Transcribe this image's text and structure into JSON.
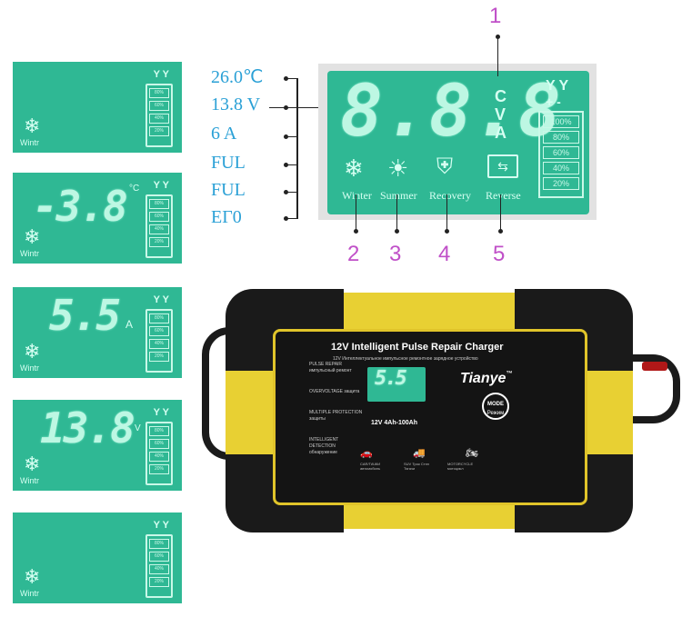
{
  "callout_numbers": [
    "1",
    "2",
    "3",
    "4",
    "5"
  ],
  "side_labels": [
    "26.0℃",
    "13.8 V",
    "6 A",
    "FUL",
    "FUL",
    "EΓ0"
  ],
  "main_lcd": {
    "digits": "8.8.8",
    "units": [
      "C",
      "V",
      "A"
    ],
    "battery_terminals": "Y Y",
    "battery_signs": "+ -",
    "battery_levels": [
      "100%",
      "80%",
      "60%",
      "40%",
      "20%"
    ],
    "modes": [
      "Winter",
      "Summer",
      "Recovery",
      "Reverse"
    ]
  },
  "panels": [
    {
      "reading": "",
      "unit": "",
      "mode": "Wintr"
    },
    {
      "reading": "-3.8",
      "unit": "°C",
      "mode": "Wintr"
    },
    {
      "reading": "5.5",
      "unit": "A",
      "mode": "Wintr"
    },
    {
      "reading": "13.8",
      "unit": "V",
      "mode": "Wintr"
    },
    {
      "reading": "",
      "unit": "",
      "mode": "Wintr"
    }
  ],
  "panel_battery_levels": [
    "80%",
    "60%",
    "40%",
    "20%"
  ],
  "panel_terminals": "Y Y",
  "charger": {
    "title": "12V Intelligent Pulse Repair Charger",
    "subtitle": "12V Интеллектуальное импульсное ремонтное зарядное устройство",
    "brand": "Tianye",
    "trademark": "™",
    "mode_button": "MODE",
    "mode_button_sub": "Режим",
    "display_reading": "5.5",
    "rating": "12V  4Ah-100Ah",
    "vehicles": [
      "CAR/ТАЧКИ автомобиль",
      "SUV Трок Стэп Тягачи",
      "MOTORCYCLE мотоцикл"
    ],
    "features": [
      "PULSE REPAIR импульсный ремонт",
      "OVERVOLTAGE защита",
      "MULTIPLE PROTECTION защиты",
      "INTELLIGENT DETECTION обнаружение"
    ]
  }
}
